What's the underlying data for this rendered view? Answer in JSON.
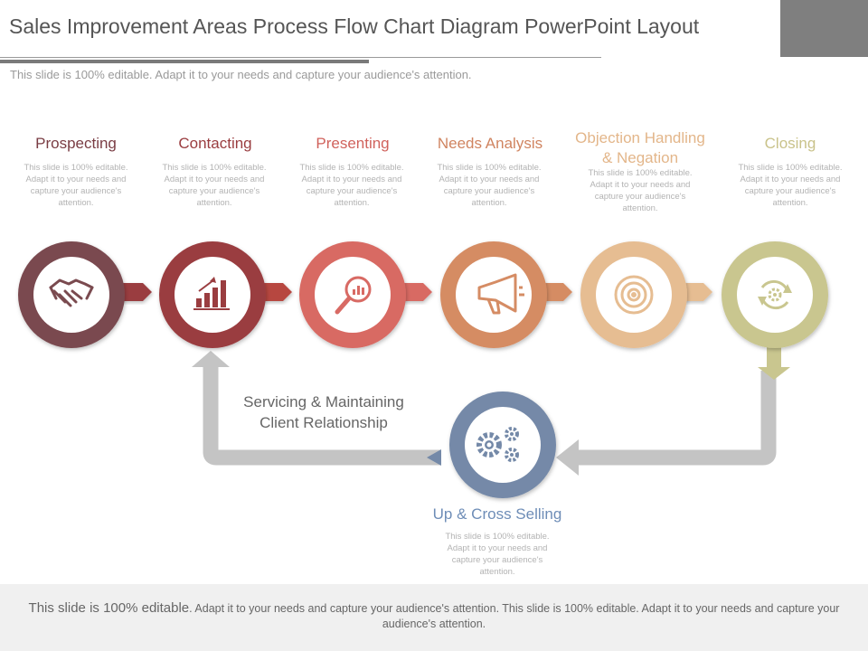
{
  "title": "Sales Improvement Areas Process Flow Chart Diagram PowerPoint Layout",
  "subtitle": "This slide is 100% editable. Adapt it to your needs and capture your audience's attention.",
  "steps": [
    {
      "title": "Prospecting",
      "desc": "This slide is 100% editable. Adapt it to your needs and capture your audience's attention.",
      "icon": "handshake-icon",
      "color": "#7a4a4f"
    },
    {
      "title": "Contacting",
      "desc": "This slide is 100% editable. Adapt it to your needs and capture your audience's attention.",
      "icon": "growth-chart-icon",
      "color": "#9a3d40"
    },
    {
      "title": "Presenting",
      "desc": "This slide is 100% editable. Adapt it to your needs and capture your audience's attention.",
      "icon": "magnifier-chart-icon",
      "color": "#d86a64"
    },
    {
      "title": "Needs Analysis",
      "desc": "This slide is 100% editable. Adapt it to your needs and capture your audience's attention.",
      "icon": "megaphone-icon",
      "color": "#d58c64"
    },
    {
      "title_line1": "Objection Handling",
      "title_line2": "& Negation",
      "desc": "This slide is 100% editable. Adapt it to your needs and capture your audience's attention.",
      "icon": "target-icon",
      "color": "#e6bd92"
    },
    {
      "title": "Closing",
      "desc": "This slide is 100% editable. Adapt it to your needs and capture your audience's attention.",
      "icon": "refresh-gear-icon",
      "color": "#c9c68f"
    }
  ],
  "loop": {
    "label_line1": "Servicing & Maintaining",
    "label_line2": "Client Relationship",
    "color": "#c0c0c0"
  },
  "upsell": {
    "title": "Up & Cross Selling",
    "desc": "This slide is 100% editable. Adapt it to your needs and capture your audience's attention.",
    "icon": "gears-icon",
    "color": "#7489a8"
  },
  "footer": {
    "lead": "This slide is 100% editable",
    "rest": ". Adapt it to your needs and capture your audience's attention. This slide is 100% editable. Adapt it to your needs and capture your audience's attention."
  }
}
